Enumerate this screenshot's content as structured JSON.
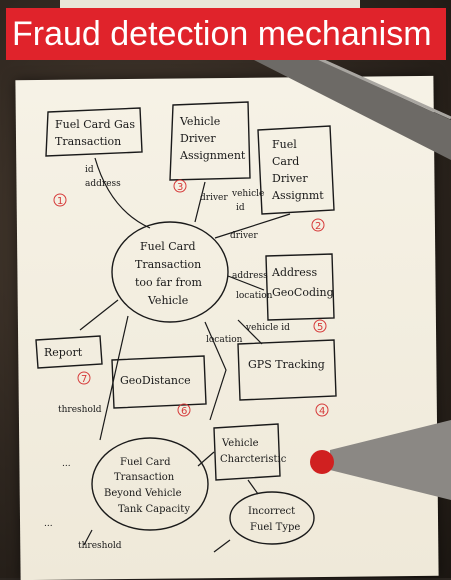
{
  "title": "Fraud detection mechanism",
  "nodes": [
    {
      "id": "n1",
      "lines": [
        "Fuel Card Gas",
        "Transaction"
      ],
      "number": "1"
    },
    {
      "id": "n3",
      "lines": [
        "Vehicle",
        "Driver",
        "Assignment"
      ],
      "number": "3"
    },
    {
      "id": "n2",
      "lines": [
        "Fuel",
        "Card",
        "Driver",
        "Assignmt"
      ],
      "number": "2"
    },
    {
      "id": "center",
      "lines": [
        "Fuel Card",
        "Transaction",
        "too far from",
        "Vehicle"
      ]
    },
    {
      "id": "n5",
      "lines": [
        "Address",
        "GeoCoding"
      ],
      "number": "5"
    },
    {
      "id": "n7",
      "lines": [
        "Report"
      ],
      "number": "7"
    },
    {
      "id": "n6",
      "lines": [
        "GeoDistance"
      ],
      "number": "6"
    },
    {
      "id": "n4",
      "lines": [
        "GPS Tracking"
      ],
      "number": "4"
    },
    {
      "id": "capacity",
      "lines": [
        "Fuel Card",
        "Transaction",
        "Beyond Vehicle",
        "Tank Capacity"
      ]
    },
    {
      "id": "vchar",
      "lines": [
        "Vehicle",
        "Charcteristic"
      ]
    },
    {
      "id": "fueltype",
      "lines": [
        "Incorrect",
        "Fuel Type"
      ]
    }
  ],
  "edge_labels": {
    "id_addr": [
      "id",
      "address"
    ],
    "driver": "driver",
    "vehicle_id": [
      "vehicle",
      "id"
    ],
    "driver2": "driver",
    "address": "address",
    "location": "location",
    "location2": "location",
    "vehicle_id2": "vehicle id",
    "threshold1": "threshold",
    "threshold2": "threshold",
    "dots1": "...",
    "dots2": "..."
  }
}
